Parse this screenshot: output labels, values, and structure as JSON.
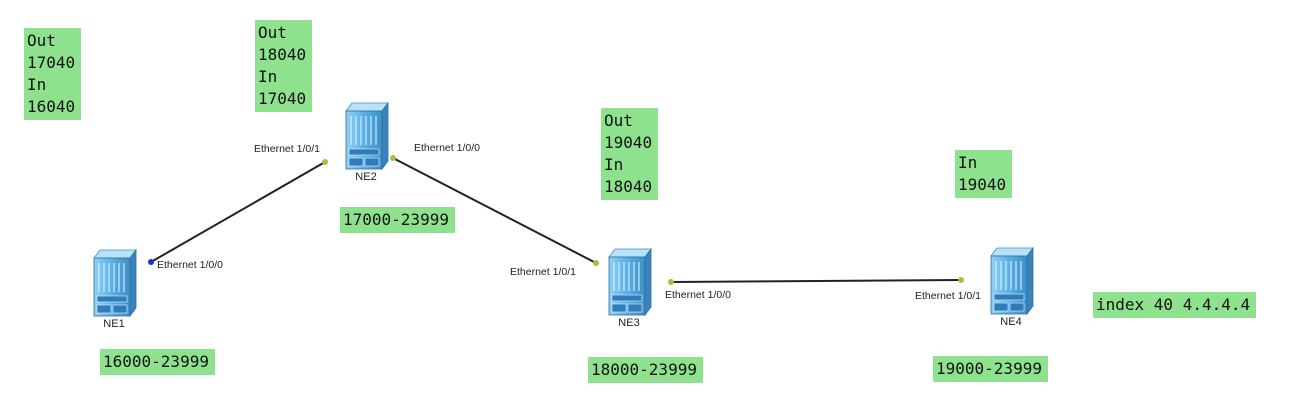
{
  "colors": {
    "tag_background": "#8ee28e",
    "link": "#222222",
    "port_dot": "#9bc53d",
    "port_dot_active": "#1d2fd6",
    "router_body": "#5ab0e6"
  },
  "nodes": {
    "ne1": {
      "name": "NE1",
      "range": "16000-23999",
      "port_0": "Ethernet 1/0/0"
    },
    "ne2": {
      "name": "NE2",
      "range": "17000-23999",
      "port_0": "Ethernet 1/0/0",
      "port_1": "Ethernet 1/0/1"
    },
    "ne3": {
      "name": "NE3",
      "range": "18000-23999",
      "port_0": "Ethernet 1/0/0",
      "port_1": "Ethernet 1/0/1"
    },
    "ne4": {
      "name": "NE4",
      "range": "19000-23999",
      "port_1": "Ethernet 1/0/1"
    }
  },
  "labels": {
    "ne1": "Out\n17040\nIn\n16040",
    "ne2": "Out\n18040\nIn\n17040",
    "ne3": "Out\n19040\nIn\n18040",
    "ne4": "In\n19040"
  },
  "index_note": "index 40 4.4.4.4",
  "icon": "router-icon"
}
